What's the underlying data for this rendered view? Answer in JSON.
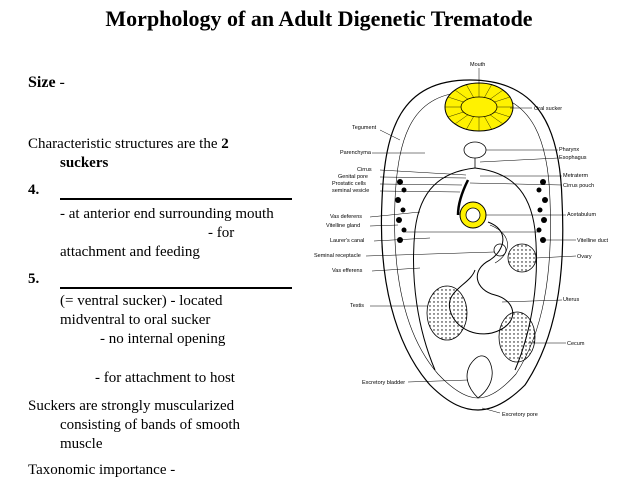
{
  "title": "Morphology of an Adult Digenetic Trematode",
  "size_label": "Size",
  "size_dash": " -",
  "text": {
    "char_line1_a": "Characteristic structures are the ",
    "char_line1_b": "2",
    "char_line2": "suckers",
    "item4_number": "4.",
    "item4_line1": "- at anterior end surrounding mouth",
    "item4_line2": "- for",
    "item4_line3": "attachment and feeding",
    "item5_number": "5.",
    "item5_line1": "(= ventral sucker) - located",
    "item5_line2": "midventral to oral sucker",
    "item5_line3": "- no internal opening",
    "item5_line4": "- for attachment to host",
    "musc_line1": "Suckers are strongly muscularized",
    "musc_line2": "consisting of bands of smooth",
    "musc_line3": "muscle",
    "taxo": "Taxonomic importance -"
  },
  "diagram_labels": {
    "mouth": "Mouth",
    "oral_sucker": "Oral sucker",
    "tegument": "Tegument",
    "pharynx": "Pharynx",
    "esophagus": "Esophagus",
    "parenchyma": "Parenchyma",
    "cirrus": "Cirrus",
    "genital_pore": "Genital pore",
    "prostatic_cells": "Prostatic cells",
    "seminal_vesicle": "seminal vesicle",
    "metraterm": "Metraterm",
    "cirrus_pouch": "Cirrus pouch",
    "vas_deferens": "Vas deferens",
    "vitelline_gland": "Vitelline gland",
    "acetabulum": "Acetabulum",
    "laurers_canal": "Laurer's canal",
    "vitelline_duct": "Vitelline duct",
    "seminal_receptacle": "Seminal receptacle",
    "ovary": "Ovary",
    "vas_efferens": "Vas efferens",
    "testis": "Testis",
    "uterus": "Uterus",
    "cecum": "Cecum",
    "excretory_bladder": "Excretory bladder",
    "excretory_pore": "Excretory pore"
  },
  "colors": {
    "sucker_fill": "#fff200",
    "text": "#000000"
  }
}
